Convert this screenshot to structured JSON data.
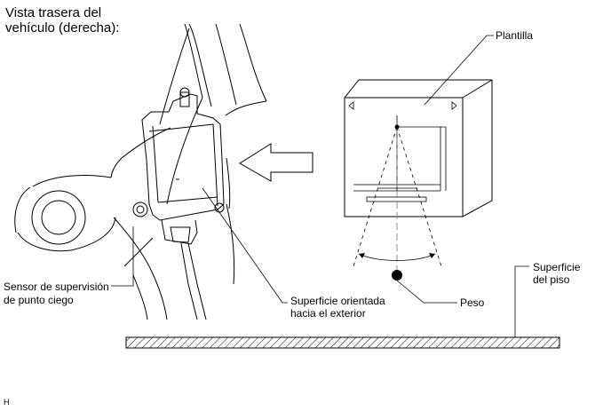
{
  "title": {
    "line1": "Vista trasera del",
    "line2": "vehículo (derecha):"
  },
  "labels": {
    "template": "Plantilla",
    "floor_line1": "Superficie",
    "floor_line2": "del piso",
    "sensor_line1": "Sensor de supervisión",
    "sensor_line2": "de punto ciego",
    "outward_line1": "Superficie orientada",
    "outward_line2": "hacia el exterior",
    "weight": "Peso"
  },
  "footer_code": "H"
}
